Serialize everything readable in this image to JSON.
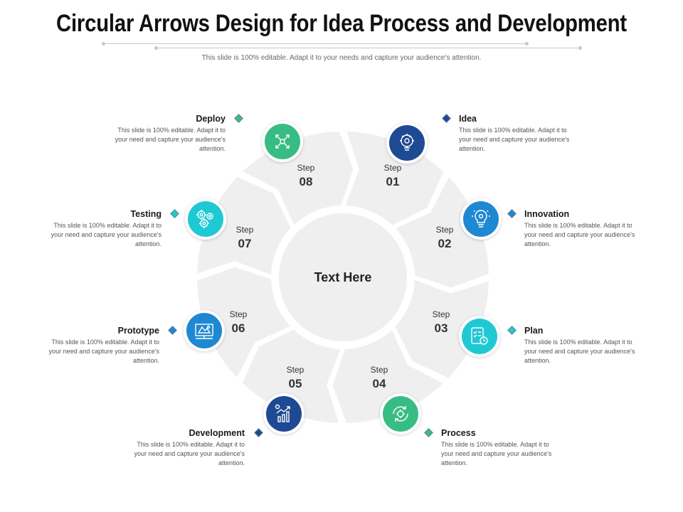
{
  "title": "Circular Arrows Design for Idea Process and Development",
  "subtitle": "This slide is 100% editable. Adapt it to your needs and capture your audience’s attention.",
  "center": "Text Here",
  "step_label": "Step",
  "colors": {
    "navy": "#1e4a94",
    "blue": "#1f88d2",
    "teal": "#1fc9d4",
    "green": "#37bd84",
    "ring": "#efefef"
  },
  "steps": [
    {
      "num": "01",
      "name": "Idea",
      "desc": "This slide is 100% editable. Adapt it to your need and capture your audience's attention.",
      "icon": "gear-bulb-icon",
      "color": "#1e4a94"
    },
    {
      "num": "02",
      "name": "Innovation",
      "desc": "This slide is 100% editable. Adapt it to your need and capture your audience's attention.",
      "icon": "lightbulb-icon",
      "color": "#1f88d2"
    },
    {
      "num": "03",
      "name": "Plan",
      "desc": "This slide is 100% editable. Adapt it to your need and capture your audience's attention.",
      "icon": "checklist-clock-icon",
      "color": "#1fc9d4"
    },
    {
      "num": "04",
      "name": "Process",
      "desc": "This slide is 100% editable. Adapt it to your need and capture your audience's attention.",
      "icon": "cycle-gear-icon",
      "color": "#37bd84"
    },
    {
      "num": "05",
      "name": "Development",
      "desc": "This slide is 100% editable. Adapt it to your need and capture your audience's attention.",
      "icon": "growth-chart-icon",
      "color": "#1e4a94"
    },
    {
      "num": "06",
      "name": "Prototype",
      "desc": "This slide is 100% editable. Adapt it to your need and capture your audience's attention.",
      "icon": "blueprint-icon",
      "color": "#1f88d2"
    },
    {
      "num": "07",
      "name": "Testing",
      "desc": "This slide is 100% editable. Adapt it to your need and capture your audience's attention.",
      "icon": "gears-icon",
      "color": "#1fc9d4"
    },
    {
      "num": "08",
      "name": "Deploy",
      "desc": "This slide is 100% editable. Adapt it to your need and capture your audience's attention.",
      "icon": "expand-network-icon",
      "color": "#37bd84"
    }
  ]
}
